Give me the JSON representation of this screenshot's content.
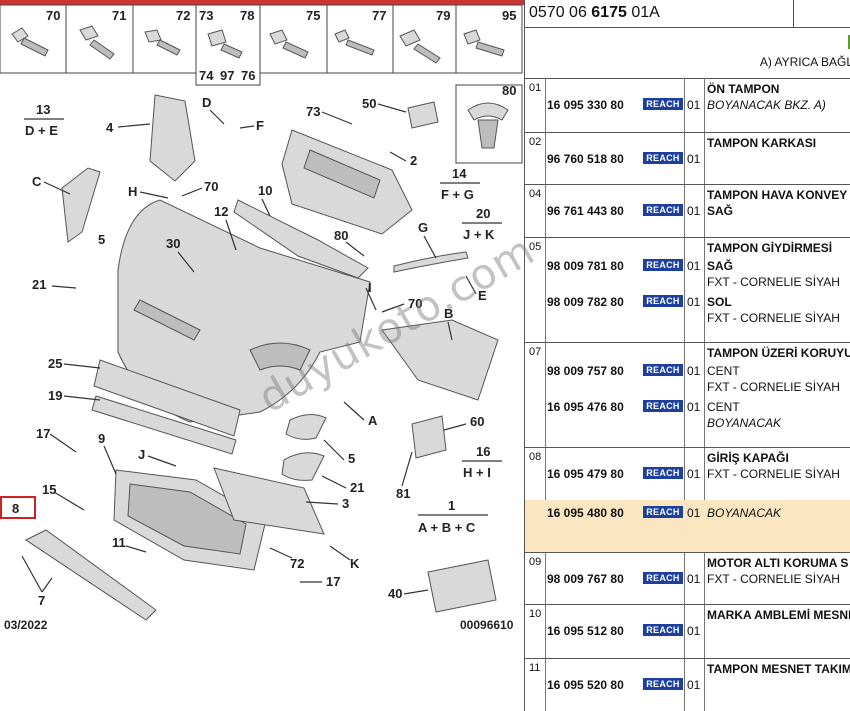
{
  "diagram": {
    "hardware_cells": [
      "70",
      "71",
      "72",
      "73",
      "78",
      "75",
      "77",
      "79",
      "95"
    ],
    "hardware_sublabels": [
      "74",
      "97",
      "76"
    ],
    "cell_80_label": "80",
    "combo_labels": [
      {
        "num": "13",
        "sub": "D + E"
      },
      {
        "num": "14",
        "sub": "F + G"
      },
      {
        "num": "20",
        "sub": "J + K"
      },
      {
        "num": "16",
        "sub": "H + I"
      },
      {
        "num": "1",
        "sub": "A + B + C"
      }
    ],
    "callouts": [
      "4",
      "D",
      "F",
      "73",
      "50",
      "2",
      "C",
      "H",
      "70",
      "10",
      "12",
      "30",
      "80",
      "G",
      "E",
      "5",
      "21",
      "I",
      "70",
      "B",
      "25",
      "19",
      "A",
      "60",
      "17",
      "9",
      "J",
      "5",
      "21",
      "81",
      "15",
      "8",
      "3",
      "11",
      "72",
      "K",
      "17",
      "7",
      "40"
    ],
    "date": "03/2022",
    "drawing_id": "00096610",
    "highlight_color": "#cc2222"
  },
  "watermark": "duyukoto.com",
  "panel": {
    "ref_prefix": "0570 06 ",
    "ref_bold": "6175",
    "ref_suffix": " 01A",
    "note": "A) AYRICA BAĞL",
    "badge_label": "REACH",
    "badge_color": "#1d3fa0",
    "highlight_row_color": "#fbe6c2",
    "rows": [
      {
        "num": "01",
        "title": "ÖN TAMPON",
        "parts": [
          {
            "pn": "16 095 330 80",
            "qty": "01",
            "desc": "BOYANACAK BKZ. A)",
            "style": "it"
          }
        ]
      },
      {
        "num": "02",
        "title": "TAMPON KARKASI",
        "parts": [
          {
            "pn": "96 760 518 80",
            "qty": "01",
            "desc": "",
            "style": ""
          }
        ]
      },
      {
        "num": "04",
        "title": "TAMPON HAVA KONVEY",
        "parts": [
          {
            "pn": "96 761 443 80",
            "qty": "01",
            "desc": "SAĞ",
            "style": "b"
          }
        ]
      },
      {
        "num": "05",
        "title": "TAMPON GİYDİRMESİ",
        "parts": [
          {
            "pn": "98 009 781 80",
            "qty": "01",
            "desc": "SAĞ",
            "style": "b",
            "extra": "FXT - CORNELIE SİYAH"
          },
          {
            "pn": "98 009 782 80",
            "qty": "01",
            "desc": "SOL",
            "style": "b",
            "extra": "FXT - CORNELIE SİYAH"
          }
        ]
      },
      {
        "num": "07",
        "title": "TAMPON ÜZERİ KORUYU",
        "parts": [
          {
            "pn": "98 009 757 80",
            "qty": "01",
            "desc": "CENT",
            "style": "",
            "extra": "FXT - CORNELIE SİYAH"
          },
          {
            "pn": "16 095 476 80",
            "qty": "01",
            "desc": "CENT",
            "style": "",
            "extra": "BOYANACAK",
            "extra_style": "it"
          }
        ]
      },
      {
        "num": "08",
        "title": "GİRİŞ KAPAĞI",
        "parts": [
          {
            "pn": "16 095 479 80",
            "qty": "01",
            "desc": "FXT - CORNELIE SİYAH",
            "style": ""
          }
        ]
      },
      {
        "num": "",
        "title": "",
        "parts": [
          {
            "pn": "16 095 480 80",
            "qty": "01",
            "desc": "BOYANACAK",
            "style": "it"
          }
        ]
      },
      {
        "num": "09",
        "title": "MOTOR ALTI KORUMA S",
        "parts": [
          {
            "pn": "98 009 767 80",
            "qty": "01",
            "desc": "FXT - CORNELIE SİYAH",
            "style": ""
          }
        ]
      },
      {
        "num": "10",
        "title": "MARKA AMBLEMİ MESNE",
        "parts": [
          {
            "pn": "16 095 512 80",
            "qty": "01",
            "desc": "",
            "style": ""
          }
        ]
      },
      {
        "num": "11",
        "title": "TAMPON MESNET TAKIM",
        "parts": [
          {
            "pn": "16 095 520 80",
            "qty": "01",
            "desc": "",
            "style": ""
          }
        ]
      }
    ]
  }
}
